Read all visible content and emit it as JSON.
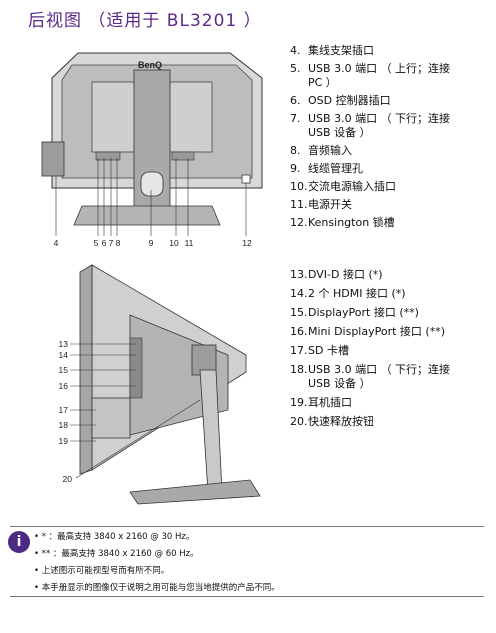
{
  "title": "后视图 （适用于 BL3201 ）",
  "brand": "BenQ",
  "fig1_labels": [
    {
      "text": "4"
    },
    {
      "text": "5"
    },
    {
      "text": "6"
    },
    {
      "text": "7"
    },
    {
      "text": "8"
    },
    {
      "text": "9"
    },
    {
      "text": "10"
    },
    {
      "text": "11"
    },
    {
      "text": "12"
    }
  ],
  "fig2_labels": [
    {
      "text": "13"
    },
    {
      "text": "14"
    },
    {
      "text": "15"
    },
    {
      "text": "16"
    },
    {
      "text": "17"
    },
    {
      "text": "18"
    },
    {
      "text": "19"
    },
    {
      "text": "20"
    }
  ],
  "items_top": [
    {
      "num": "4.",
      "text": "集线支架插口"
    },
    {
      "num": "5.",
      "text": "USB 3.0 端口 （ 上行；连接",
      "cont": "PC ）"
    },
    {
      "num": "6.",
      "text": "OSD 控制器插口"
    },
    {
      "num": "7.",
      "text": "USB 3.0 端口 （ 下行；连接",
      "cont": "USB 设备 ）"
    },
    {
      "num": "8.",
      "text": "音频输入"
    },
    {
      "num": "9.",
      "text": "线缆管理孔"
    },
    {
      "num": "10.",
      "text": "交流电源输入插口"
    },
    {
      "num": "11.",
      "text": "电源开关"
    },
    {
      "num": "12.",
      "text": "Kensington 锁槽"
    }
  ],
  "items_bottom": [
    {
      "num": "13.",
      "text": "DVI-D 接口 (*)"
    },
    {
      "num": "14.",
      "text": "2 个 HDMI 接口 (*)"
    },
    {
      "num": "15.",
      "text": "DisplayPort 接口 (**)"
    },
    {
      "num": "16.",
      "text": "Mini DisplayPort 接口 (**)"
    },
    {
      "num": "17.",
      "text": "SD 卡槽"
    },
    {
      "num": "18.",
      "text": "USB 3.0 端口 （ 下行；连接",
      "cont": "USB 设备 ）"
    },
    {
      "num": "19.",
      "text": "耳机插口"
    },
    {
      "num": "20.",
      "text": "快速释放按钮"
    }
  ],
  "note_icon": "i",
  "notes": [
    "• * ：最高支持 3840 x 2160 @ 30 Hz。",
    "• ** ：最高支持 3840 x 2160 @ 60 Hz。",
    "• 上述图示可能视型号而有所不同。",
    "• 本手册显示的图像仅于说明之用可能与您当地提供的产品不同。"
  ]
}
